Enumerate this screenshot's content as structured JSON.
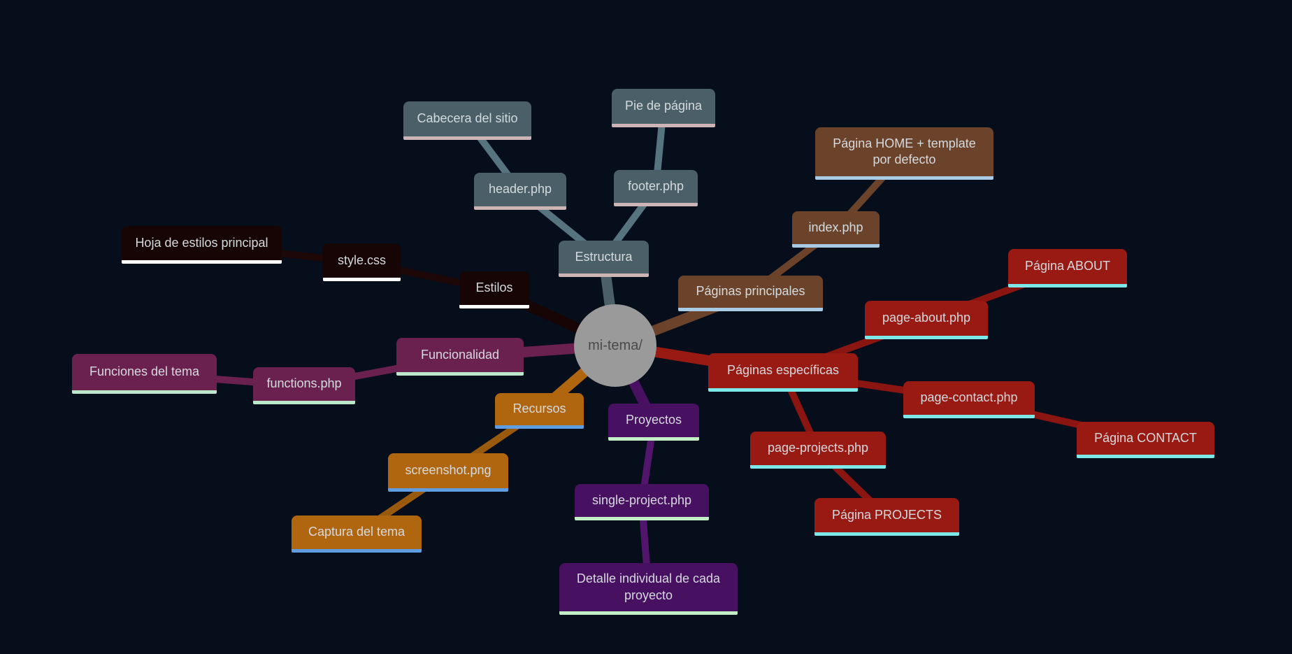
{
  "palette": {
    "background": "#060e1b",
    "node_text": "#d5dade",
    "root": {
      "fill": "#9a9a9a",
      "text": "#4a4a4a"
    },
    "branches": {
      "estructura": {
        "node": "#4a5f68",
        "edge": "#567380",
        "underline": "#cdb5b5"
      },
      "estilos": {
        "node": "#170404",
        "edge": "#1d0707",
        "underline": "#ffffff"
      },
      "funcionalidad": {
        "node": "#6b2150",
        "edge": "#6b2150",
        "underline": "#bbe7ca"
      },
      "recursos": {
        "node": "#b0660f",
        "edge": "#9a5a0e",
        "underline": "#5f9ce0"
      },
      "proyectos": {
        "node": "#471060",
        "edge": "#51166b",
        "underline": "#c2eec6"
      },
      "paginas_principales": {
        "node": "#6b432a",
        "edge": "#6b432a",
        "underline": "#a9cbe6"
      },
      "paginas_especificas": {
        "node": "#981a12",
        "edge": "#8a1511",
        "underline": "#7ce8e8"
      }
    }
  },
  "diagram": {
    "nodes": [
      {
        "id": "root",
        "label": "mi-tema/"
      },
      {
        "id": "estructura",
        "label": "Estructura"
      },
      {
        "id": "header-php",
        "label": "header.php"
      },
      {
        "id": "footer-php",
        "label": "footer.php"
      },
      {
        "id": "cabecera-del-sitio",
        "label": "Cabecera del sitio"
      },
      {
        "id": "pie-de-pagina",
        "label": "Pie de página"
      },
      {
        "id": "estilos",
        "label": "Estilos"
      },
      {
        "id": "style-css",
        "label": "style.css"
      },
      {
        "id": "hoja-de-estilos",
        "label": "Hoja de estilos principal"
      },
      {
        "id": "funcionalidad",
        "label": "Funcionalidad"
      },
      {
        "id": "functions-php",
        "label": "functions.php"
      },
      {
        "id": "funciones-del-tema",
        "label": "Funciones del tema"
      },
      {
        "id": "recursos",
        "label": "Recursos"
      },
      {
        "id": "screenshot-png",
        "label": "screenshot.png"
      },
      {
        "id": "captura-del-tema",
        "label": "Captura del tema"
      },
      {
        "id": "proyectos",
        "label": "Proyectos"
      },
      {
        "id": "single-project-php",
        "label": "single-project.php"
      },
      {
        "id": "detalle-individual",
        "label": "Detalle individual de cada proyecto"
      },
      {
        "id": "paginas-principales",
        "label": "Páginas principales"
      },
      {
        "id": "index-php",
        "label": "index.php"
      },
      {
        "id": "pagina-home",
        "label": "Página HOME + template por defecto"
      },
      {
        "id": "paginas-especificas",
        "label": "Páginas específicas"
      },
      {
        "id": "page-about-php",
        "label": "page-about.php"
      },
      {
        "id": "pagina-about",
        "label": "Página ABOUT"
      },
      {
        "id": "page-contact-php",
        "label": "page-contact.php"
      },
      {
        "id": "pagina-contact",
        "label": "Página CONTACT"
      },
      {
        "id": "page-projects-php",
        "label": "page-projects.php"
      },
      {
        "id": "pagina-projects",
        "label": "Página PROJECTS"
      }
    ],
    "edges": [
      {
        "from": "root",
        "to": "estructura"
      },
      {
        "from": "estructura",
        "to": "header-php"
      },
      {
        "from": "estructura",
        "to": "footer-php"
      },
      {
        "from": "header-php",
        "to": "cabecera-del-sitio"
      },
      {
        "from": "footer-php",
        "to": "pie-de-pagina"
      },
      {
        "from": "root",
        "to": "estilos"
      },
      {
        "from": "estilos",
        "to": "style-css"
      },
      {
        "from": "style-css",
        "to": "hoja-de-estilos"
      },
      {
        "from": "root",
        "to": "funcionalidad"
      },
      {
        "from": "funcionalidad",
        "to": "functions-php"
      },
      {
        "from": "functions-php",
        "to": "funciones-del-tema"
      },
      {
        "from": "root",
        "to": "recursos"
      },
      {
        "from": "recursos",
        "to": "screenshot-png"
      },
      {
        "from": "screenshot-png",
        "to": "captura-del-tema"
      },
      {
        "from": "root",
        "to": "proyectos"
      },
      {
        "from": "proyectos",
        "to": "single-project-php"
      },
      {
        "from": "single-project-php",
        "to": "detalle-individual"
      },
      {
        "from": "root",
        "to": "paginas-principales"
      },
      {
        "from": "paginas-principales",
        "to": "index-php"
      },
      {
        "from": "index-php",
        "to": "pagina-home"
      },
      {
        "from": "root",
        "to": "paginas-especificas"
      },
      {
        "from": "paginas-especificas",
        "to": "page-about-php"
      },
      {
        "from": "page-about-php",
        "to": "pagina-about"
      },
      {
        "from": "paginas-especificas",
        "to": "page-contact-php"
      },
      {
        "from": "page-contact-php",
        "to": "pagina-contact"
      },
      {
        "from": "paginas-especificas",
        "to": "page-projects-php"
      },
      {
        "from": "page-projects-php",
        "to": "pagina-projects"
      }
    ]
  }
}
